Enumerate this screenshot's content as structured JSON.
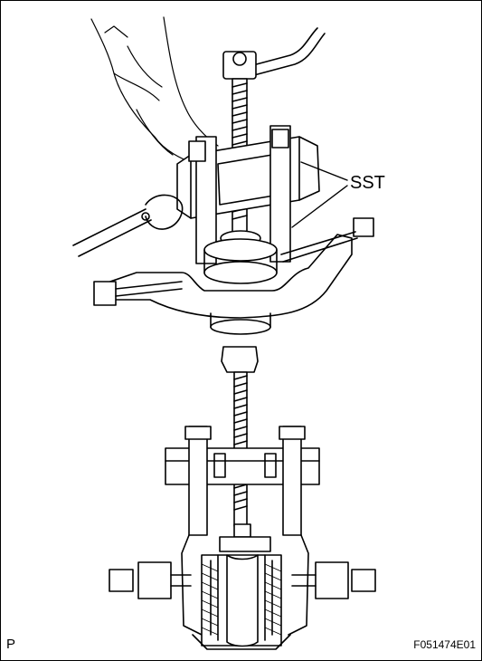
{
  "labels": {
    "sst": "SST",
    "corner": "P",
    "figure_code": "F051474E01"
  },
  "colors": {
    "line": "#000000",
    "fill": "#ffffff",
    "shade": "#d9d9d9"
  }
}
